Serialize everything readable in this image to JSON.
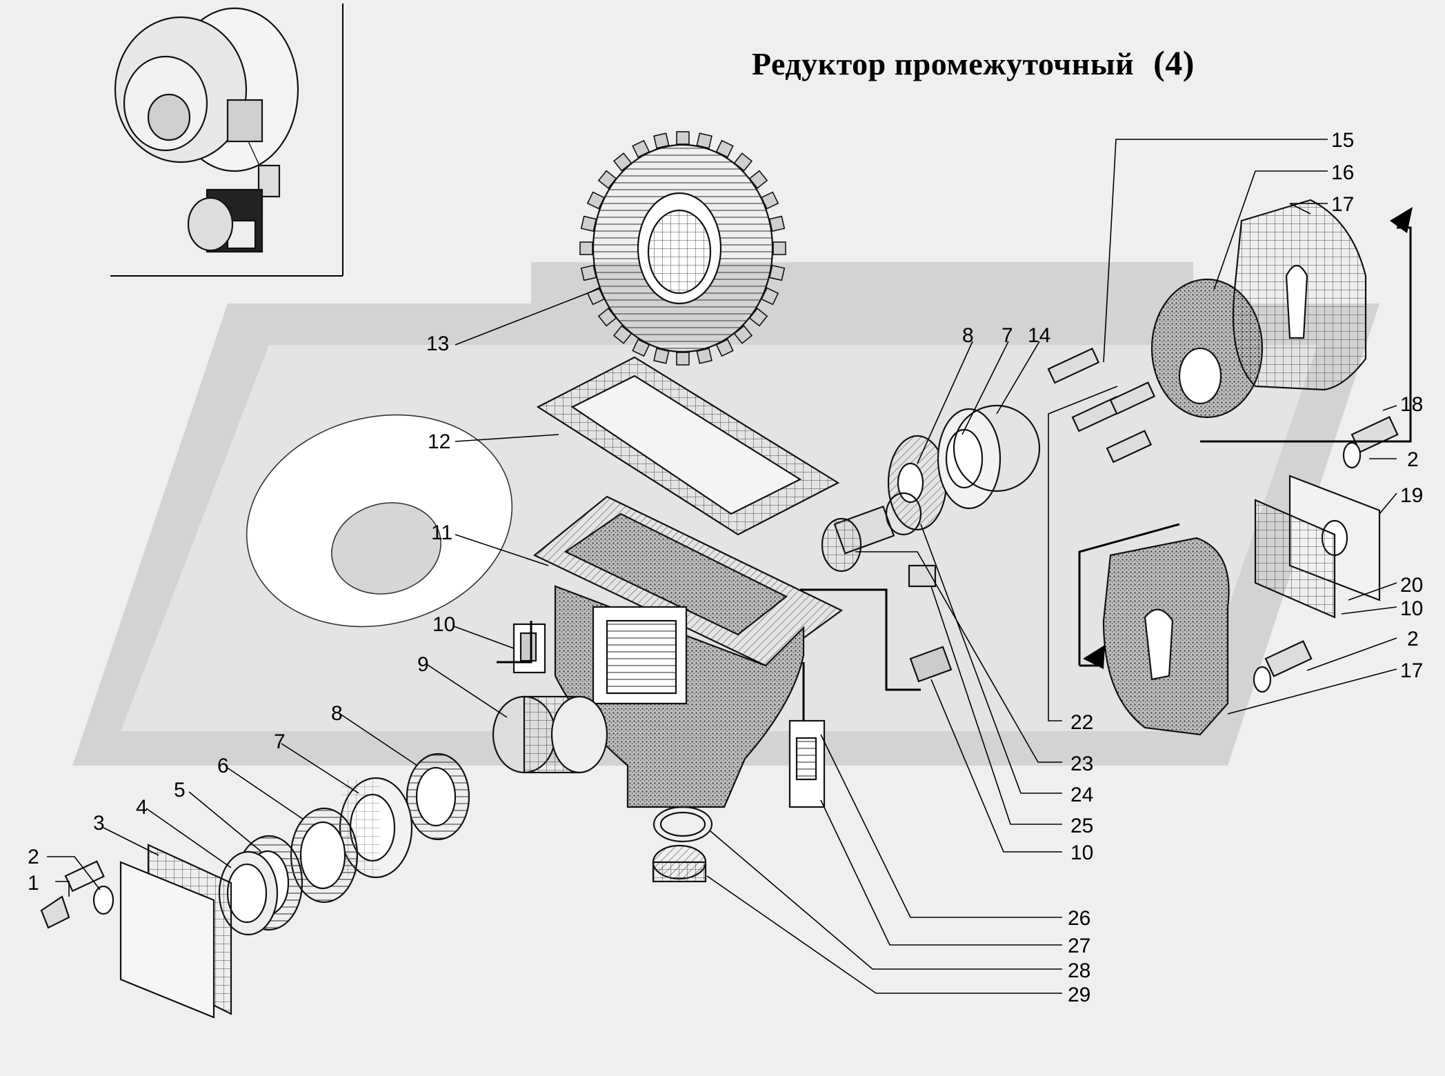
{
  "title": {
    "text": "Редуктор промежуточный",
    "number": "(4)"
  },
  "callouts": {
    "c1": "1",
    "c2a": "2",
    "c3": "3",
    "c4": "4",
    "c5": "5",
    "c6": "6",
    "c7a": "7",
    "c8a": "8",
    "c9": "9",
    "c10a": "10",
    "c11": "11",
    "c12": "12",
    "c13": "13",
    "c8b": "8",
    "c7b": "7",
    "c14": "14",
    "c15": "15",
    "c16": "16",
    "c17a": "17",
    "c18": "18",
    "c2b": "2",
    "c19": "19",
    "c20": "20",
    "c10b": "10",
    "c2c": "2",
    "c17b": "17",
    "c22": "22",
    "c23": "23",
    "c24": "24",
    "c25": "25",
    "c10c": "10",
    "c26": "26",
    "c27": "27",
    "c28": "28",
    "c29": "29"
  },
  "colors": {
    "background": "#efefef",
    "watermark": "#d6d6d6",
    "ink": "#111111",
    "hatch": "#9a9a9a"
  }
}
